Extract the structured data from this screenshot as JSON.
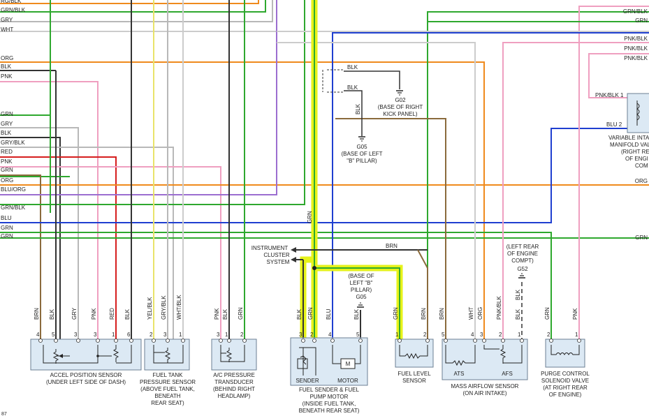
{
  "left_wire_labels": [
    "RG/BLK",
    "GRN/BLK",
    "GRY",
    "WHT",
    "ORG",
    "BLK",
    "PNK",
    "GRN",
    "GRY",
    "BLK",
    "GRY/BLK",
    "RED",
    "PNK",
    "GRN",
    "ORG",
    "BLU/ORG",
    "GRN/BLK",
    "BLU",
    "GRN",
    "GRN"
  ],
  "right_wire_labels": [
    "GRN/BLK",
    "GRN",
    "PNK/BLK",
    "PNK/BLK",
    "PNK/BLK",
    "ORG",
    "GRN"
  ],
  "center_labels": {
    "blk1": "BLK",
    "blk2": "BLK",
    "blk3": "BLK",
    "g02": "G02",
    "g02_desc1": "(BASE OF RIGHT",
    "g02_desc2": "KICK PANEL)",
    "g05a": "G05",
    "g05a_desc1": "(BASE OF LEFT",
    "g05a_desc2": "\"B\" PILLAR)",
    "grn_vert": "GRN",
    "ic1": "INSTRUMENT",
    "ic2": "CLUSTER",
    "ic3": "SYSTEM",
    "brn_h": "BRN",
    "g05b_desc1": "(BASE OF",
    "g05b_desc2": "LEFT \"B\"",
    "g05b_desc3": "PILLAR)",
    "g05b": "G05",
    "g52_desc1": "(LEFT REAR",
    "g52_desc2": "OF ENGINE",
    "g52_desc3": "COMPT)",
    "g52": "G52",
    "blk_g52": "BLK",
    "vim_pin1": "PNK/BLK 1",
    "vim_pin2": "BLU 2",
    "vim_desc1": "VARIABLE INTA",
    "vim_desc2": "MANIFOLD VAL",
    "vim_desc3": "(RIGHT RE",
    "vim_desc4": "OF ENGI",
    "vim_desc5": "COM",
    "page_num": "87"
  },
  "pin_wires": [
    "BRN",
    "BLK",
    "GRY",
    "PNK",
    "RED",
    "BLK",
    "YEL/BLK",
    "GRY/BLK",
    "WHT/BLK",
    "PNK",
    "BLK",
    "GRN",
    "BLK",
    "GRN",
    "BLU",
    "BLK",
    "GRN",
    "BRN",
    "BRN",
    "WHT",
    "ORG",
    "PNK/BLK",
    "BLK",
    "GRN",
    "PNK"
  ],
  "pin_numbers": [
    "4",
    "5",
    "3",
    "3",
    "1",
    "6",
    "2",
    "3",
    "1",
    "3",
    "1",
    "2",
    "3",
    "2",
    "4",
    "5",
    "1",
    "2",
    "5",
    "4",
    "3",
    "2",
    "1",
    "2",
    "1"
  ],
  "inner_labels": {
    "sender": "SENDER",
    "motor": "MOTOR",
    "motor_m": "M",
    "ats": "ATS",
    "afs": "AFS"
  },
  "components": {
    "aps": [
      "ACCEL POSITION SENSOR",
      "(UNDER LEFT SIDE OF DASH)"
    ],
    "ftps": [
      "FUEL TANK",
      "PRESSURE SENSOR",
      "(ABOVE FUEL TANK,",
      "BENEATH",
      "REAR SEAT)"
    ],
    "acpt": [
      "A/C PRESSURE",
      "TRANSDUCER",
      "(BEHIND RIGHT",
      "HEADLAMP)"
    ],
    "fsp": [
      "FUEL SENDER & FUEL",
      "PUMP MOTOR",
      "(INSIDE FUEL TANK,",
      "BENEATH REAR SEAT)"
    ],
    "fls": [
      "FUEL LEVEL",
      "SENSOR"
    ],
    "maf": [
      "MASS AIRFLOW SENSOR",
      "(ON AIR INTAKE)"
    ],
    "pcsv": [
      "PURGE CONTROL",
      "SOLENOID VALVE",
      "(AT RIGHT REAR",
      "OF ENGINE)"
    ]
  },
  "colors": {
    "highlight": "#e6f21a",
    "grn": "#2ea82e",
    "blu": "#1f3fd0",
    "org": "#ef8a1c",
    "red": "#d61e1e",
    "pnk": "#ef9fc0",
    "gry": "#b8b8b8",
    "yel": "#e9e36a",
    "brn": "#8a6a3c",
    "blk": "#333333",
    "purple": "#9b6ed0",
    "box_fill": "#dce9f4"
  }
}
